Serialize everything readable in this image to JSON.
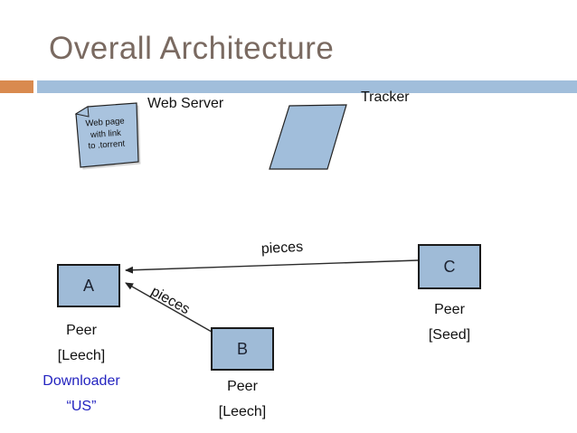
{
  "title": "Overall Architecture",
  "labels": {
    "web_server": "Web Server",
    "tracker": "Tracker"
  },
  "note": {
    "line1": "Web page",
    "line2": "with link",
    "line3": "to .torrent"
  },
  "nodes": {
    "a": {
      "letter": "A",
      "line1": "Peer",
      "line2": "[Leech]",
      "line3": "Downloader",
      "line4": "“US”"
    },
    "b": {
      "letter": "B",
      "line1": "Peer",
      "line2": "[Leech]"
    },
    "c": {
      "letter": "C",
      "line1": "Peer",
      "line2": "[Seed]"
    }
  },
  "arrows": {
    "c_to_a": {
      "label": "pieces"
    },
    "b_to_a": {
      "label": "pieces"
    }
  },
  "colors": {
    "title_text": "#7a6a61",
    "accent_orange": "#d98a4f",
    "accent_blue_bar": "#a1bedb",
    "shape_fill": "#9fbbd7",
    "note_fill": "#a9c3de",
    "link_blue_text": "#2424c0"
  }
}
